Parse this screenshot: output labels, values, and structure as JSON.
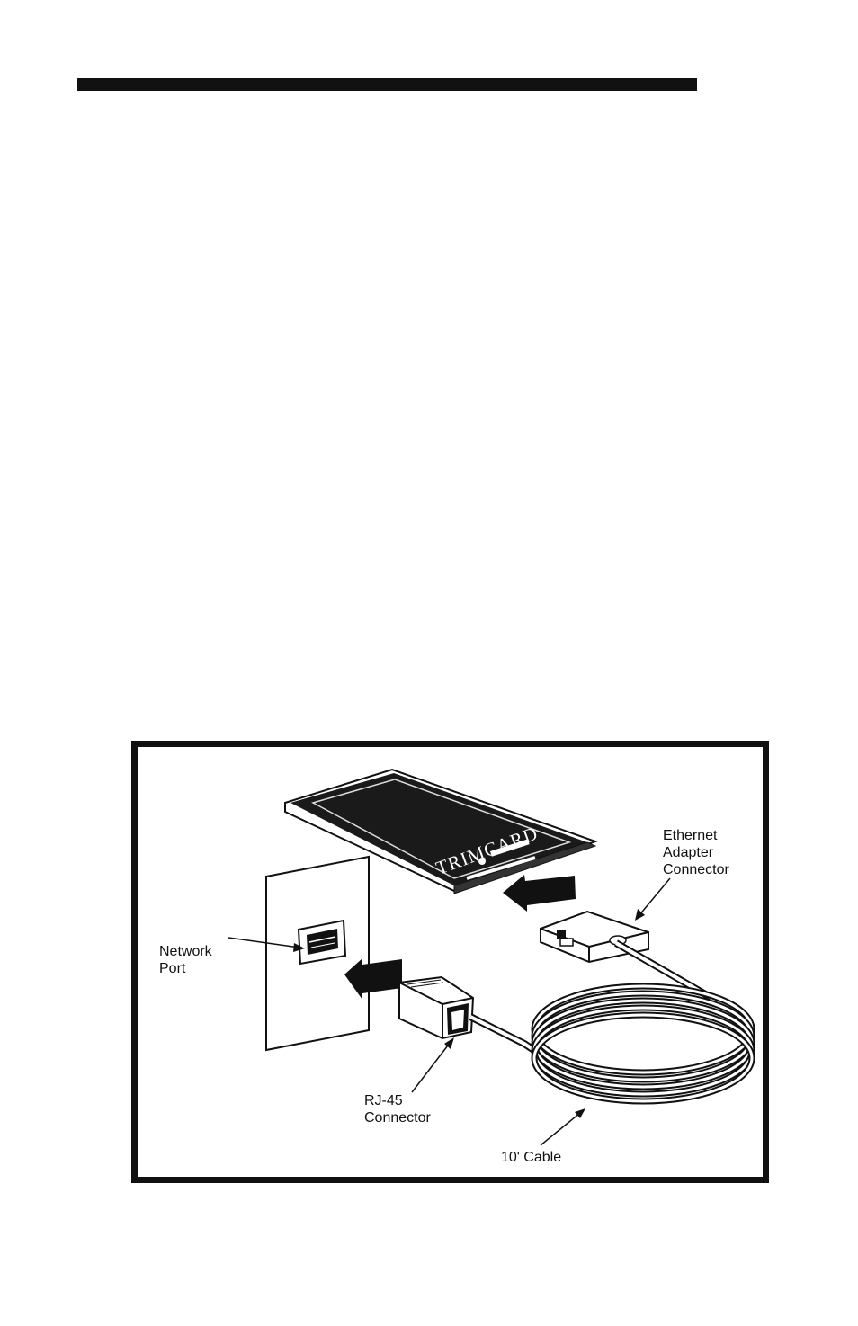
{
  "figure": {
    "card_brand": "TRIMCARD",
    "callouts": {
      "ethernet_adapter_connector": "Ethernet\nAdapter\nConnector",
      "network_port": "Network\nPort",
      "rj45_connector": "RJ-45\nConnector",
      "cable": "10' Cable"
    }
  },
  "colors": {
    "ink": "#111111",
    "paper": "#ffffff"
  }
}
